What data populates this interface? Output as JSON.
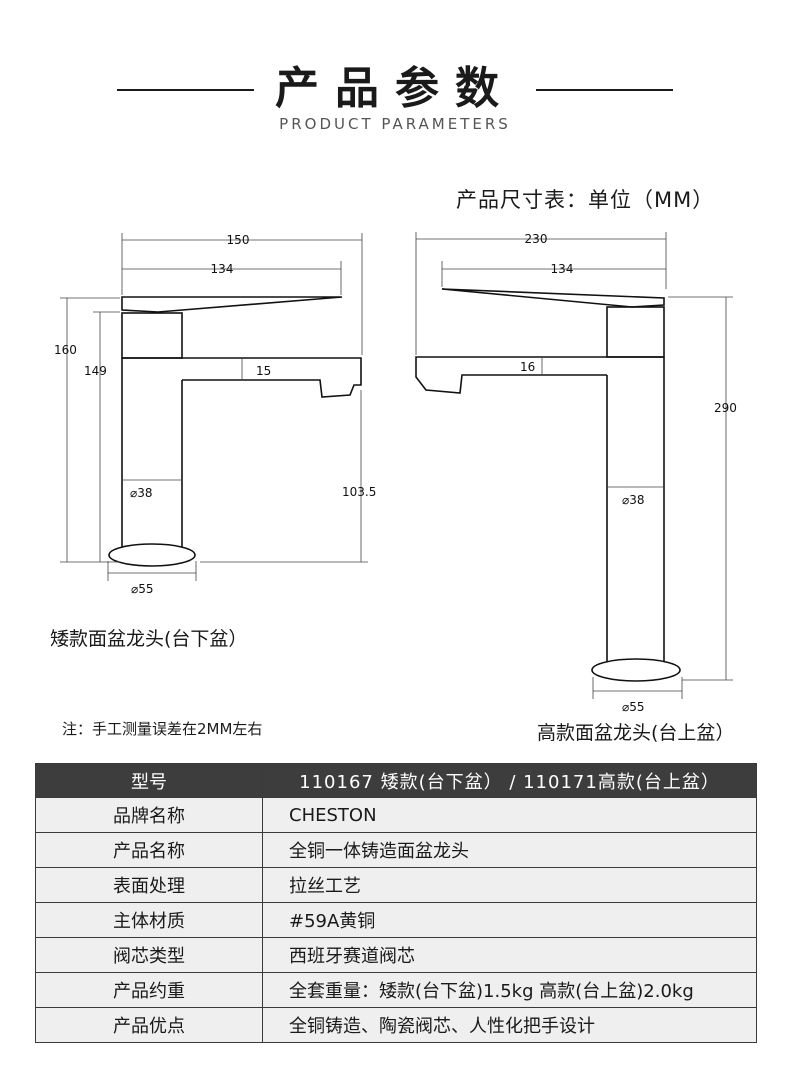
{
  "header": {
    "title": "产品参数",
    "subtitle": "PRODUCT PARAMETERS"
  },
  "size_chart": {
    "heading": "产品尺寸表：单位（MM）"
  },
  "short_model": {
    "caption": "矮款面盆龙头(台下盆）",
    "dims": {
      "total_width": "150",
      "spout_width": "134",
      "total_height": "160",
      "body_height": "149",
      "spout_thickness": "15",
      "spout_height": "103.5",
      "body_diameter": "⌀38",
      "base_diameter": "⌀55"
    }
  },
  "tall_model": {
    "caption": "高款面盆龙头(台上盆）",
    "dims": {
      "total_width": "230",
      "spout_width": "134",
      "spout_thickness": "16",
      "total_height": "290",
      "body_diameter": "⌀38",
      "base_diameter": "⌀55"
    }
  },
  "note": "注：手工测量误差在2MM左右",
  "specs": {
    "header": {
      "label": "型号",
      "value": "110167 矮款(台下盆） / 110171高款(台上盆）"
    },
    "rows": [
      {
        "label": "品牌名称",
        "value": "CHESTON"
      },
      {
        "label": "产品名称",
        "value": "全铜一体铸造面盆龙头"
      },
      {
        "label": "表面处理",
        "value": "拉丝工艺"
      },
      {
        "label": "主体材质",
        "value": "#59A黄铜"
      },
      {
        "label": "阀芯类型",
        "value": "西班牙赛道阀芯"
      },
      {
        "label": "产品约重",
        "value": "全套重量：矮款(台下盆)1.5kg 高款(台上盆)2.0kg"
      },
      {
        "label": "产品优点",
        "value": "全铜铸造、陶瓷阀芯、人性化把手设计"
      }
    ]
  },
  "colors": {
    "table_header_bg": "#3d3d3d",
    "table_row_bg": "#efefef",
    "line": "#1a1a1a"
  }
}
